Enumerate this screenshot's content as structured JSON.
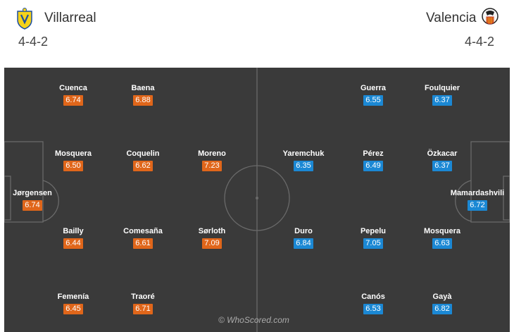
{
  "home": {
    "name": "Villarreal",
    "formation": "4-4-2",
    "crest_icon": "villarreal-crest-icon",
    "rating_color": "#e0661a",
    "players": [
      {
        "name": "Cuenca",
        "rating": "6.74"
      },
      {
        "name": "Baena",
        "rating": "6.88"
      },
      {
        "name": "Mosquera",
        "rating": "6.50"
      },
      {
        "name": "Coquelin",
        "rating": "6.62"
      },
      {
        "name": "Moreno",
        "rating": "7.23"
      },
      {
        "name": "Jørgensen",
        "rating": "6.74"
      },
      {
        "name": "Bailly",
        "rating": "6.44"
      },
      {
        "name": "Comesaña",
        "rating": "6.61"
      },
      {
        "name": "Sørloth",
        "rating": "7.09"
      },
      {
        "name": "Femenía",
        "rating": "6.45"
      },
      {
        "name": "Traoré",
        "rating": "6.71"
      }
    ]
  },
  "away": {
    "name": "Valencia",
    "formation": "4-4-2",
    "crest_icon": "valencia-crest-icon",
    "rating_color": "#1b88d4",
    "players": [
      {
        "name": "Guerra",
        "rating": "6.55"
      },
      {
        "name": "Foulquier",
        "rating": "6.37"
      },
      {
        "name": "Yaremchuk",
        "rating": "6.35"
      },
      {
        "name": "Pérez",
        "rating": "6.49"
      },
      {
        "name": "Özkacar",
        "rating": "6.37"
      },
      {
        "name": "Mamardashvili",
        "rating": "6.72"
      },
      {
        "name": "Duro",
        "rating": "6.84"
      },
      {
        "name": "Pepelu",
        "rating": "7.05"
      },
      {
        "name": "Mosquera",
        "rating": "6.63"
      },
      {
        "name": "Canós",
        "rating": "6.53"
      },
      {
        "name": "Gayà",
        "rating": "6.82"
      }
    ]
  },
  "pitch_color": "#3a3a3a",
  "watermark": "© WhoScored.com"
}
